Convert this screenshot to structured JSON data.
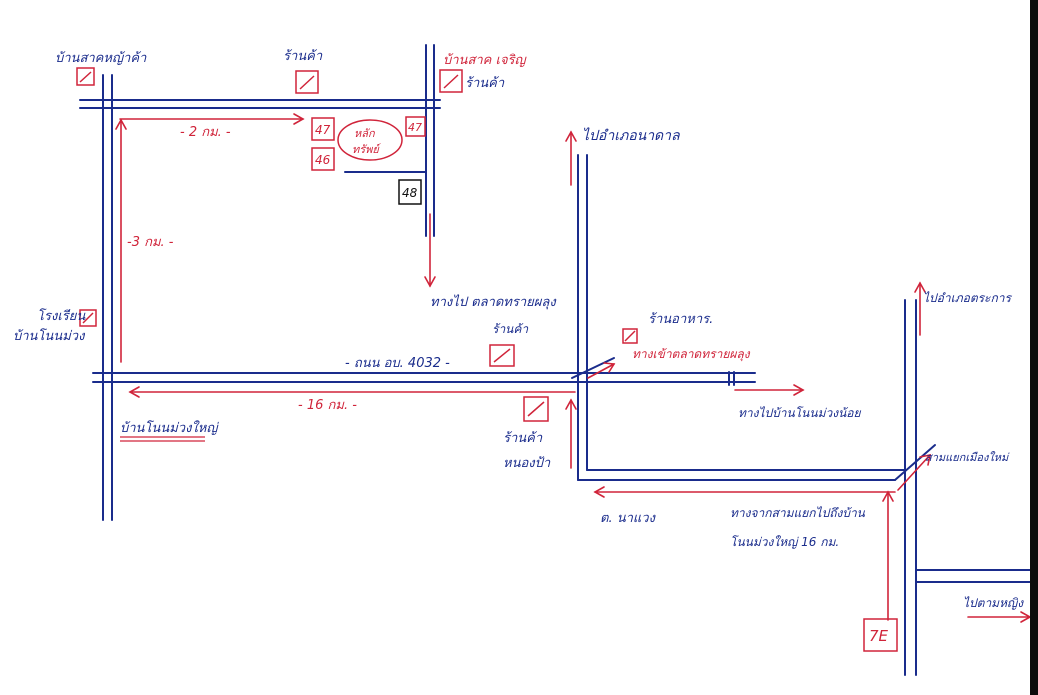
{
  "colors": {
    "road": "#1a2c8c",
    "route": "#d0243a",
    "edge": "#0c0c0c"
  },
  "labels": {
    "top_left_house": "บ้านสาคหญ้าค้า",
    "top_mid_shop": "ร้านค้า",
    "top_right_house": "บ้านสาค เจริญ",
    "top_right_shop": "ร้านค้า",
    "dist_2km": "- 2 กม. -",
    "dist_3km": "-3 กม. -",
    "lot_47_left": "47",
    "lot_46": "46",
    "lot_47_right": "47",
    "landmark_line1": "หลัก",
    "landmark_line2": "ทรัพย์",
    "lot_48": "48",
    "to_district_top": "ไปอำเภอนาดาล",
    "to_tambon": "ทางไป ตลาดทรายผลุง",
    "school_line1": "โรงเรียน",
    "school_line2": "บ้านโนนม่วง",
    "mid_shop": "ร้านค้า",
    "road_name": "- ถนน อบ. 4032 -",
    "diner": "ร้านอาหาร.",
    "diner_road": "ทางเข้าตลาดทรายผลุง",
    "dist_16km": "- 16 กม.   -",
    "village_big": "บ้านโนนม่วงใหญ่",
    "shop_nong_line1": "ร้านค้า",
    "shop_nong_line2": "หนองป้า",
    "to_small_village": "ทางไปบ้านโนนม่วงน้อย",
    "to_district_right": "ไปอำเภอตระการ",
    "junction": "สามแยกเมืองใหม่",
    "subdistrict": "ต. นาแวง",
    "route_line1": "ทางจากสามแยกไปถึงบ้าน",
    "route_line2": "โนนม่วงใหญ่ 16 กม.",
    "seven_eleven": "7E",
    "bottom_right": "ไปตามหญิง"
  }
}
